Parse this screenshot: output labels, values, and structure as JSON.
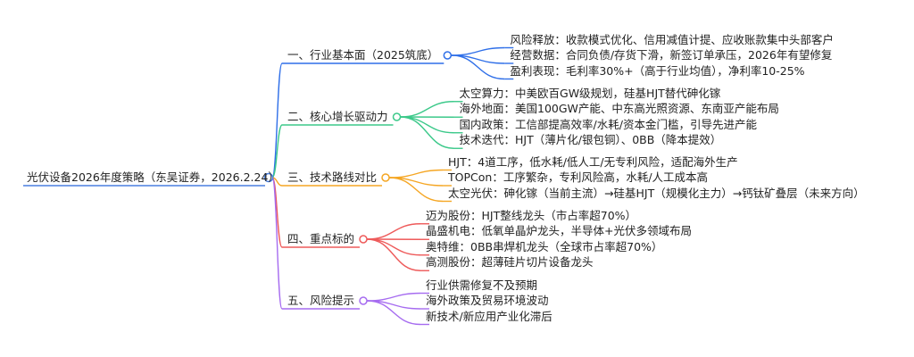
{
  "root": {
    "label": "光伏设备2026年度策略（东吴证券，2026.2.24）",
    "color": "#4a7fe0"
  },
  "branches": [
    {
      "label": "一、行业基本面（2025筑底）",
      "color": "#2f6fe8",
      "children": [
        "风险释放：收款模式优化、信用减值计提、应收账款集中头部客户",
        "经营数据：合同负债/存货下滑，新签订单承压，2026年有望修复",
        "盈利表现：毛利率30%+（高于行业均值），净利率10-25%"
      ]
    },
    {
      "label": "二、核心增长驱动力",
      "color": "#3cc98a",
      "children": [
        "太空算力：中美欧百GW级规划，硅基HJT替代砷化镓",
        "海外地面：美国100GW产能、中东高光照资源、东南亚产能布局",
        "国内政策：工信部提高效率/水耗/资本金门槛，引导先进产能",
        "技术迭代：HJT（薄片化/银包铜）、0BB（降本提效）"
      ]
    },
    {
      "label": "三、技术路线对比",
      "color": "#f5a623",
      "children": [
        "HJT：4道工序，低水耗/低人工/无专利风险，适配海外生产",
        "TOPCon：工序繁杂，专利风险高，水耗/人工成本高",
        "太空光伏：砷化镓（当前主流）→硅基HJT（规模化主力）→钙钛矿叠层（未来方向）"
      ]
    },
    {
      "label": "四、重点标的",
      "color": "#ee5a5a",
      "children": [
        "迈为股份：HJT整线龙头（市占率超70%）",
        "晶盛机电：低氧单晶炉龙头，半导体+光伏多领域布局",
        "奥特维：0BB串焊机龙头（全球市占率超70%）",
        "高测股份：超薄硅片切片设备龙头"
      ]
    },
    {
      "label": "五、风险提示",
      "color": "#a66cf0",
      "children": [
        "行业供需修复不及预期",
        "海外政策及贸易环境波动",
        "新技术/新应用产业化滞后"
      ]
    }
  ]
}
